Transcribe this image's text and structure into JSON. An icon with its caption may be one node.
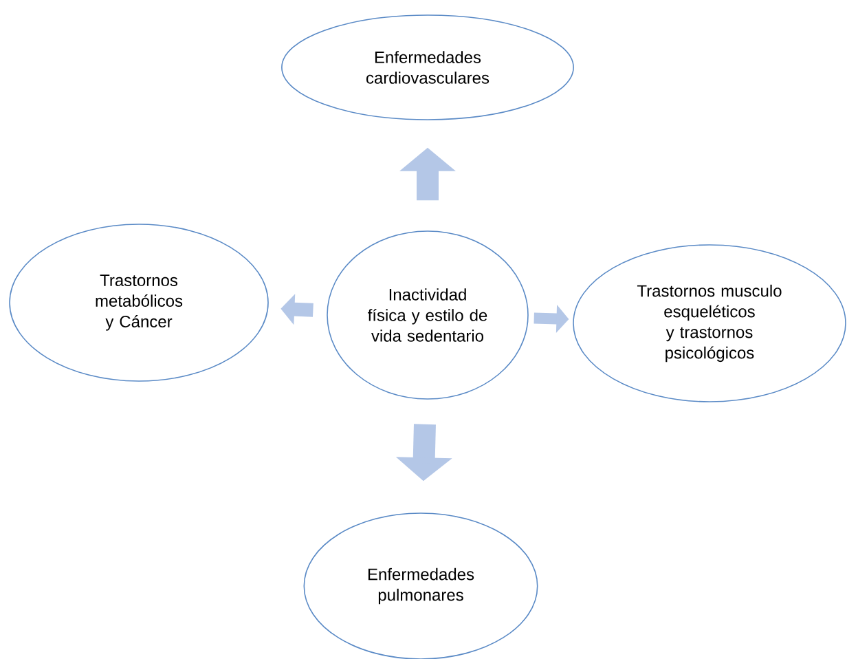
{
  "diagram": {
    "nodes": [
      {
        "text": [
          "Inactividad física y estilo de vida sedentario"
        ]
      },
      {
        "text": [
          "Enfermedades cardiovasculares"
        ]
      },
      {
        "text": [
          "Trastornos metabólicos y Cáncer"
        ]
      },
      {
        "text": [
          "Trastornos musculo esqueléticos y trastornos psicológicos"
        ]
      },
      {
        "text": [
          "Enfermedades pulmonares"
        ]
      }
    ],
    "edges": [
      {
        "from": 0,
        "to": 1,
        "arrow": "to"
      },
      {
        "from": 0,
        "to": 2,
        "arrow": "to"
      },
      {
        "from": 0,
        "to": 3,
        "arrow": "to"
      },
      {
        "from": 0,
        "to": 4,
        "arrow": "to"
      }
    ]
  }
}
